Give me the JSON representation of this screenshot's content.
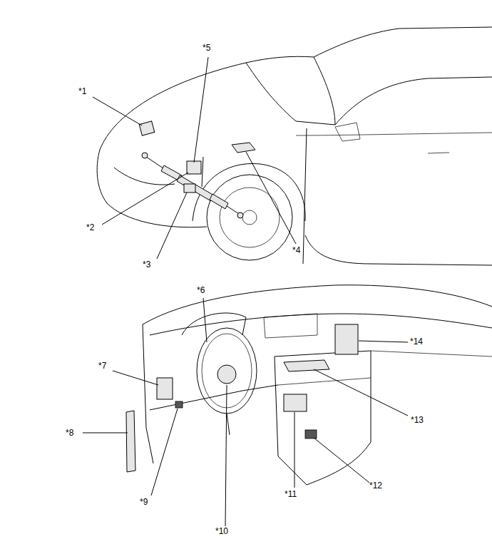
{
  "diagram": {
    "labels": [
      "*1",
      "*2",
      "*3",
      "*4",
      "*5",
      "*6",
      "*7",
      "*8",
      "*9",
      "*10",
      "*11",
      "*12",
      "*13",
      "*14"
    ]
  }
}
